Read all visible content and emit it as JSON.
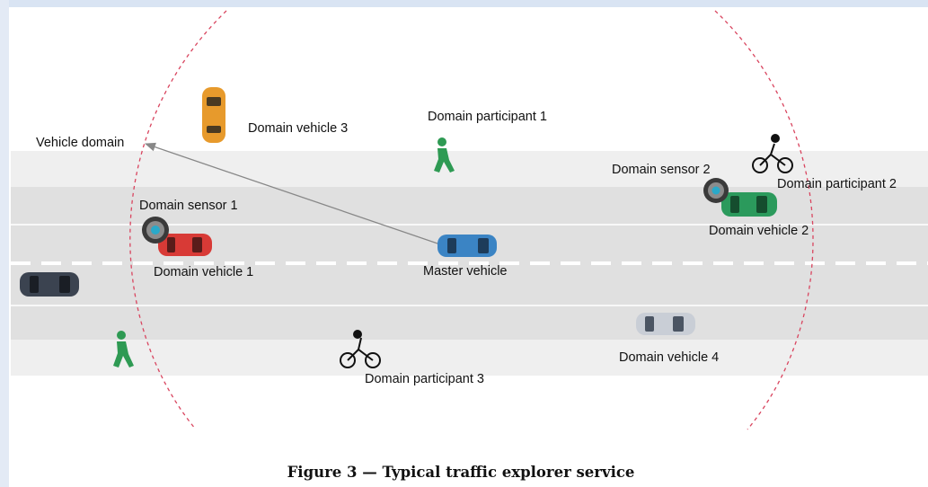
{
  "caption": "Figure 3 — Typical traffic explorer service",
  "labels": {
    "vehicle_domain": "Vehicle domain",
    "domain_vehicle_1": "Domain vehicle 1",
    "domain_vehicle_2": "Domain vehicle 2",
    "domain_vehicle_3": "Domain vehicle 3",
    "domain_vehicle_4": "Domain vehicle 4",
    "domain_sensor_1": "Domain sensor 1",
    "domain_sensor_2": "Domain sensor 2",
    "domain_participant_1": "Domain participant 1",
    "domain_participant_2": "Domain participant 2",
    "domain_participant_3": "Domain participant 3",
    "master_vehicle": "Master vehicle"
  },
  "colors": {
    "sidewalk": "#efefef",
    "road": "#e0e0e0",
    "lane_line": "#ffffff",
    "domain_boundary": "#d9455f",
    "pedestrian": "#2e9a53",
    "car_master": "#3b84c4",
    "car_domain_1": "#d83a36",
    "car_domain_2": "#2b9a5c",
    "car_domain_3": "#e79a2c",
    "car_domain_4": "#c9ced6",
    "car_outside": "#3b4350"
  }
}
